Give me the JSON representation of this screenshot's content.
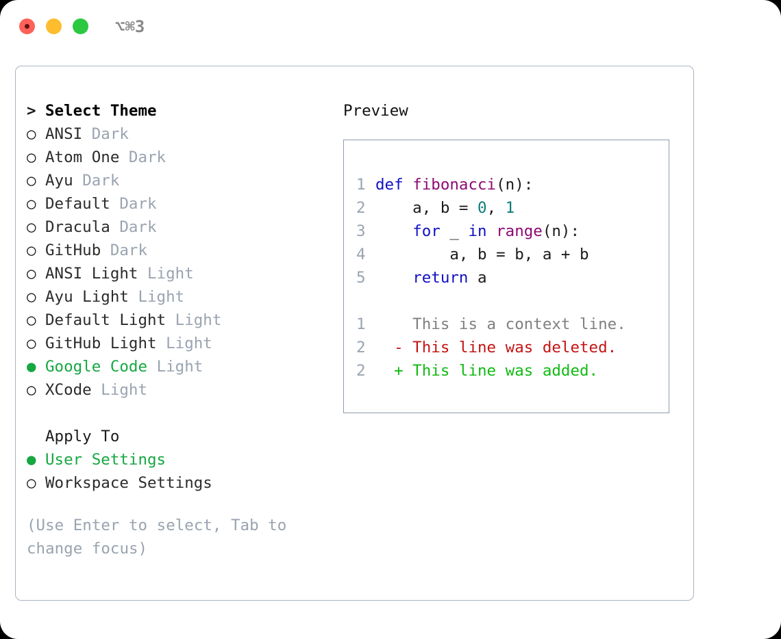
{
  "window": {
    "shortcut": "⌥⌘3",
    "traffic_lights": [
      "close-red",
      "minimize-yellow",
      "maximize-green"
    ]
  },
  "theme_picker": {
    "header_prefix": ">",
    "header": "Select Theme",
    "marker_unselected": "○",
    "marker_selected": "●",
    "selected_theme": "Google Code",
    "accent_color": "#16a741",
    "items": [
      {
        "marker": "○",
        "name": "ANSI",
        "variant": "Dark",
        "selected": false
      },
      {
        "marker": "○",
        "name": "Atom One",
        "variant": "Dark",
        "selected": false
      },
      {
        "marker": "○",
        "name": "Ayu",
        "variant": "Dark",
        "selected": false
      },
      {
        "marker": "○",
        "name": "Default",
        "variant": "Dark",
        "selected": false
      },
      {
        "marker": "○",
        "name": "Dracula",
        "variant": "Dark",
        "selected": false
      },
      {
        "marker": "○",
        "name": "GitHub",
        "variant": "Dark",
        "selected": false
      },
      {
        "marker": "○",
        "name": "ANSI Light",
        "variant": "Light",
        "selected": false
      },
      {
        "marker": "○",
        "name": "Ayu Light",
        "variant": "Light",
        "selected": false
      },
      {
        "marker": "○",
        "name": "Default Light",
        "variant": "Light",
        "selected": false
      },
      {
        "marker": "○",
        "name": "GitHub Light",
        "variant": "Light",
        "selected": false
      },
      {
        "marker": "●",
        "name": "Google Code",
        "variant": "Light",
        "selected": true
      },
      {
        "marker": "○",
        "name": "XCode",
        "variant": "Light",
        "selected": false
      }
    ]
  },
  "apply_to": {
    "header": "Apply To",
    "selected_option": "User Settings",
    "options": [
      {
        "marker": "●",
        "name": "User Settings",
        "selected": true
      },
      {
        "marker": "○",
        "name": "Workspace Settings",
        "selected": false
      }
    ]
  },
  "help": {
    "text": "(Use Enter to select, Tab to change focus)"
  },
  "preview": {
    "title": "Preview",
    "code_lines": [
      {
        "n": "1",
        "tokens": [
          {
            "t": "def",
            "c": "kw"
          },
          {
            "t": " ",
            "c": "pln"
          },
          {
            "t": "fibonacci",
            "c": "fn"
          },
          {
            "t": "(n):",
            "c": "pln"
          }
        ]
      },
      {
        "n": "2",
        "tokens": [
          {
            "t": "    a, b = ",
            "c": "pln"
          },
          {
            "t": "0",
            "c": "num"
          },
          {
            "t": ", ",
            "c": "pln"
          },
          {
            "t": "1",
            "c": "num"
          }
        ]
      },
      {
        "n": "3",
        "tokens": [
          {
            "t": "    ",
            "c": "pln"
          },
          {
            "t": "for",
            "c": "kw"
          },
          {
            "t": " _ ",
            "c": "pln"
          },
          {
            "t": "in",
            "c": "kw"
          },
          {
            "t": " ",
            "c": "pln"
          },
          {
            "t": "range",
            "c": "fn"
          },
          {
            "t": "(n):",
            "c": "pln"
          }
        ]
      },
      {
        "n": "4",
        "tokens": [
          {
            "t": "        a, b = b, a + b",
            "c": "pln"
          }
        ]
      },
      {
        "n": "5",
        "tokens": [
          {
            "t": "    ",
            "c": "pln"
          },
          {
            "t": "return",
            "c": "kw"
          },
          {
            "t": " a",
            "c": "pln"
          }
        ]
      }
    ],
    "diff_lines": [
      {
        "n": "1",
        "sign": " ",
        "text": "This is a context line.",
        "kind": "ctx"
      },
      {
        "n": "2",
        "sign": "-",
        "text": "This line was deleted.",
        "kind": "del"
      },
      {
        "n": "2",
        "sign": "+",
        "text": "This line was added.",
        "kind": "add"
      }
    ],
    "colors": {
      "keyword": "#1111c2",
      "function": "#8c0a73",
      "number": "#0d7b7b",
      "plain": "#1b1b1b",
      "line_number": "#9aa3b0",
      "context": "#808080",
      "deleted": "#c41414",
      "added": "#11bb11",
      "border": "#8f9cab"
    }
  }
}
